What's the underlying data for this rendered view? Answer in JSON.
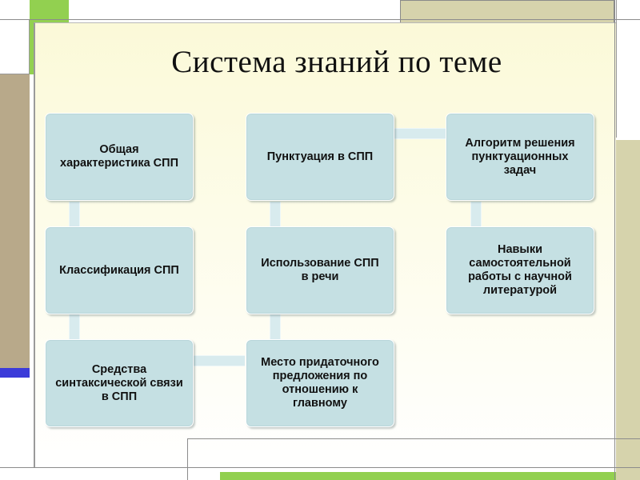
{
  "title": "Система знаний по теме",
  "nodes": [
    {
      "id": "general",
      "text": "Общая характеристика СПП"
    },
    {
      "id": "classification",
      "text": "Классификация СПП"
    },
    {
      "id": "syntax-means",
      "text": "Средства синтаксической связи в СПП"
    },
    {
      "id": "punctuation",
      "text": "Пунктуация  в СПП"
    },
    {
      "id": "usage",
      "text": "Использование СПП в речи"
    },
    {
      "id": "clause-position",
      "text": "Место придаточного предложения по отношению к главному"
    },
    {
      "id": "algorithm",
      "text": "Алгоритм решения пунктуационных задач"
    },
    {
      "id": "skills",
      "text": "Навыки самостоятельной работы с научной литературой"
    }
  ],
  "colors": {
    "node_fill": "#c5e0e3",
    "connector": "#d8ebee",
    "slide_background_top": "#fbf9d8",
    "accent_green": "#92d050",
    "accent_brown": "#b8a98a",
    "accent_blue": "#3b3bd9",
    "accent_khaki": "#d6d3ac"
  }
}
